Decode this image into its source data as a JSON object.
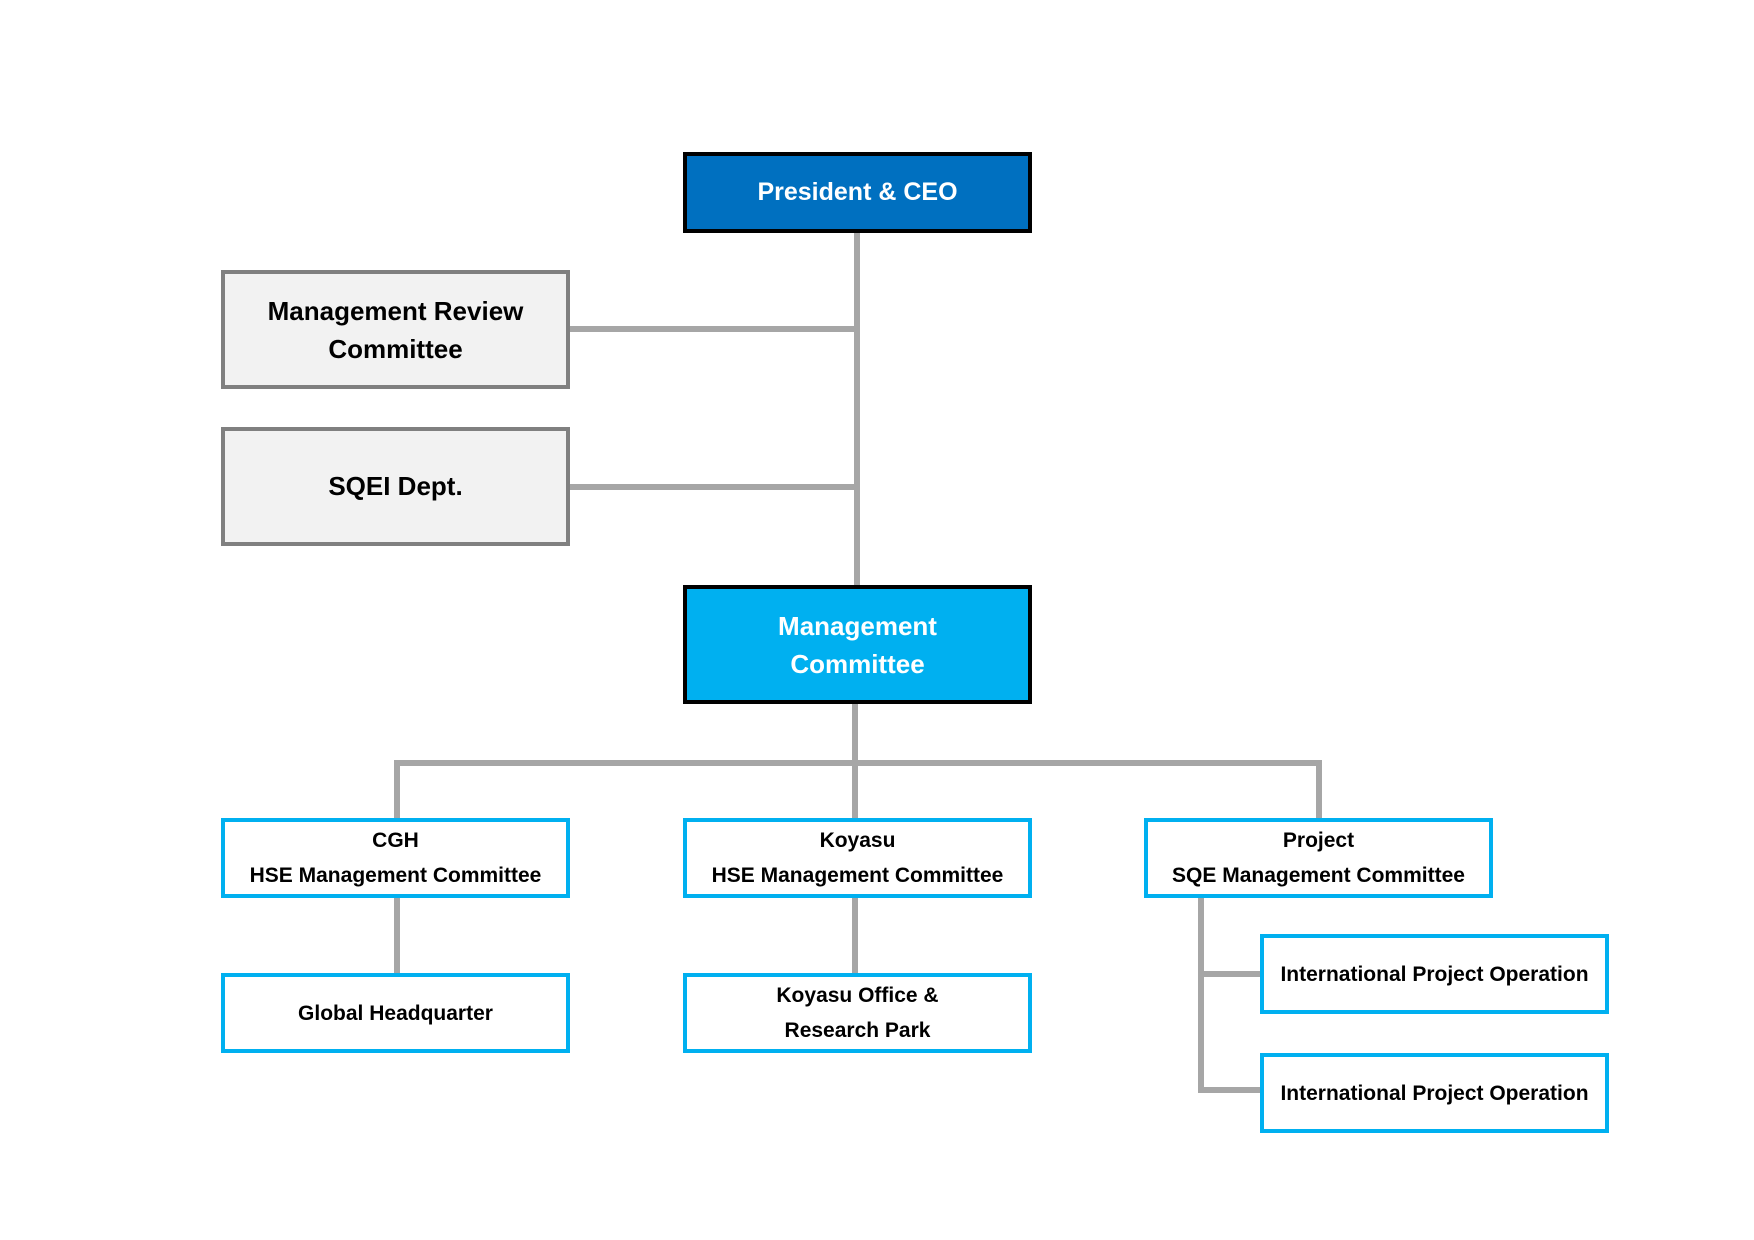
{
  "nodes": {
    "president_ceo": "President & CEO",
    "management_review_committee": [
      "Management Review",
      "Committee"
    ],
    "sqei_dept": "SQEI Dept.",
    "management_committee": [
      "Management",
      "Committee"
    ],
    "cgh_committee": [
      "CGH",
      "HSE Management Committee"
    ],
    "koyasu_committee": [
      "Koyasu",
      "HSE Management Committee"
    ],
    "project_committee": [
      "Project",
      "SQE Management Committee"
    ],
    "global_headquarter": "Global Headquarter",
    "koyasu_office": [
      "Koyasu Office &",
      "Research Park"
    ],
    "international_project_operation_1": "International Project Operation",
    "international_project_operation_2": "International Project Operation"
  },
  "colors": {
    "ceo_fill": "#0070c0",
    "management_committee_fill": "#00b0f0",
    "advisory_fill": "#f2f2f2",
    "advisory_border": "#808080",
    "tier_border": "#00b0f0",
    "connector": "#a6a6a6"
  }
}
